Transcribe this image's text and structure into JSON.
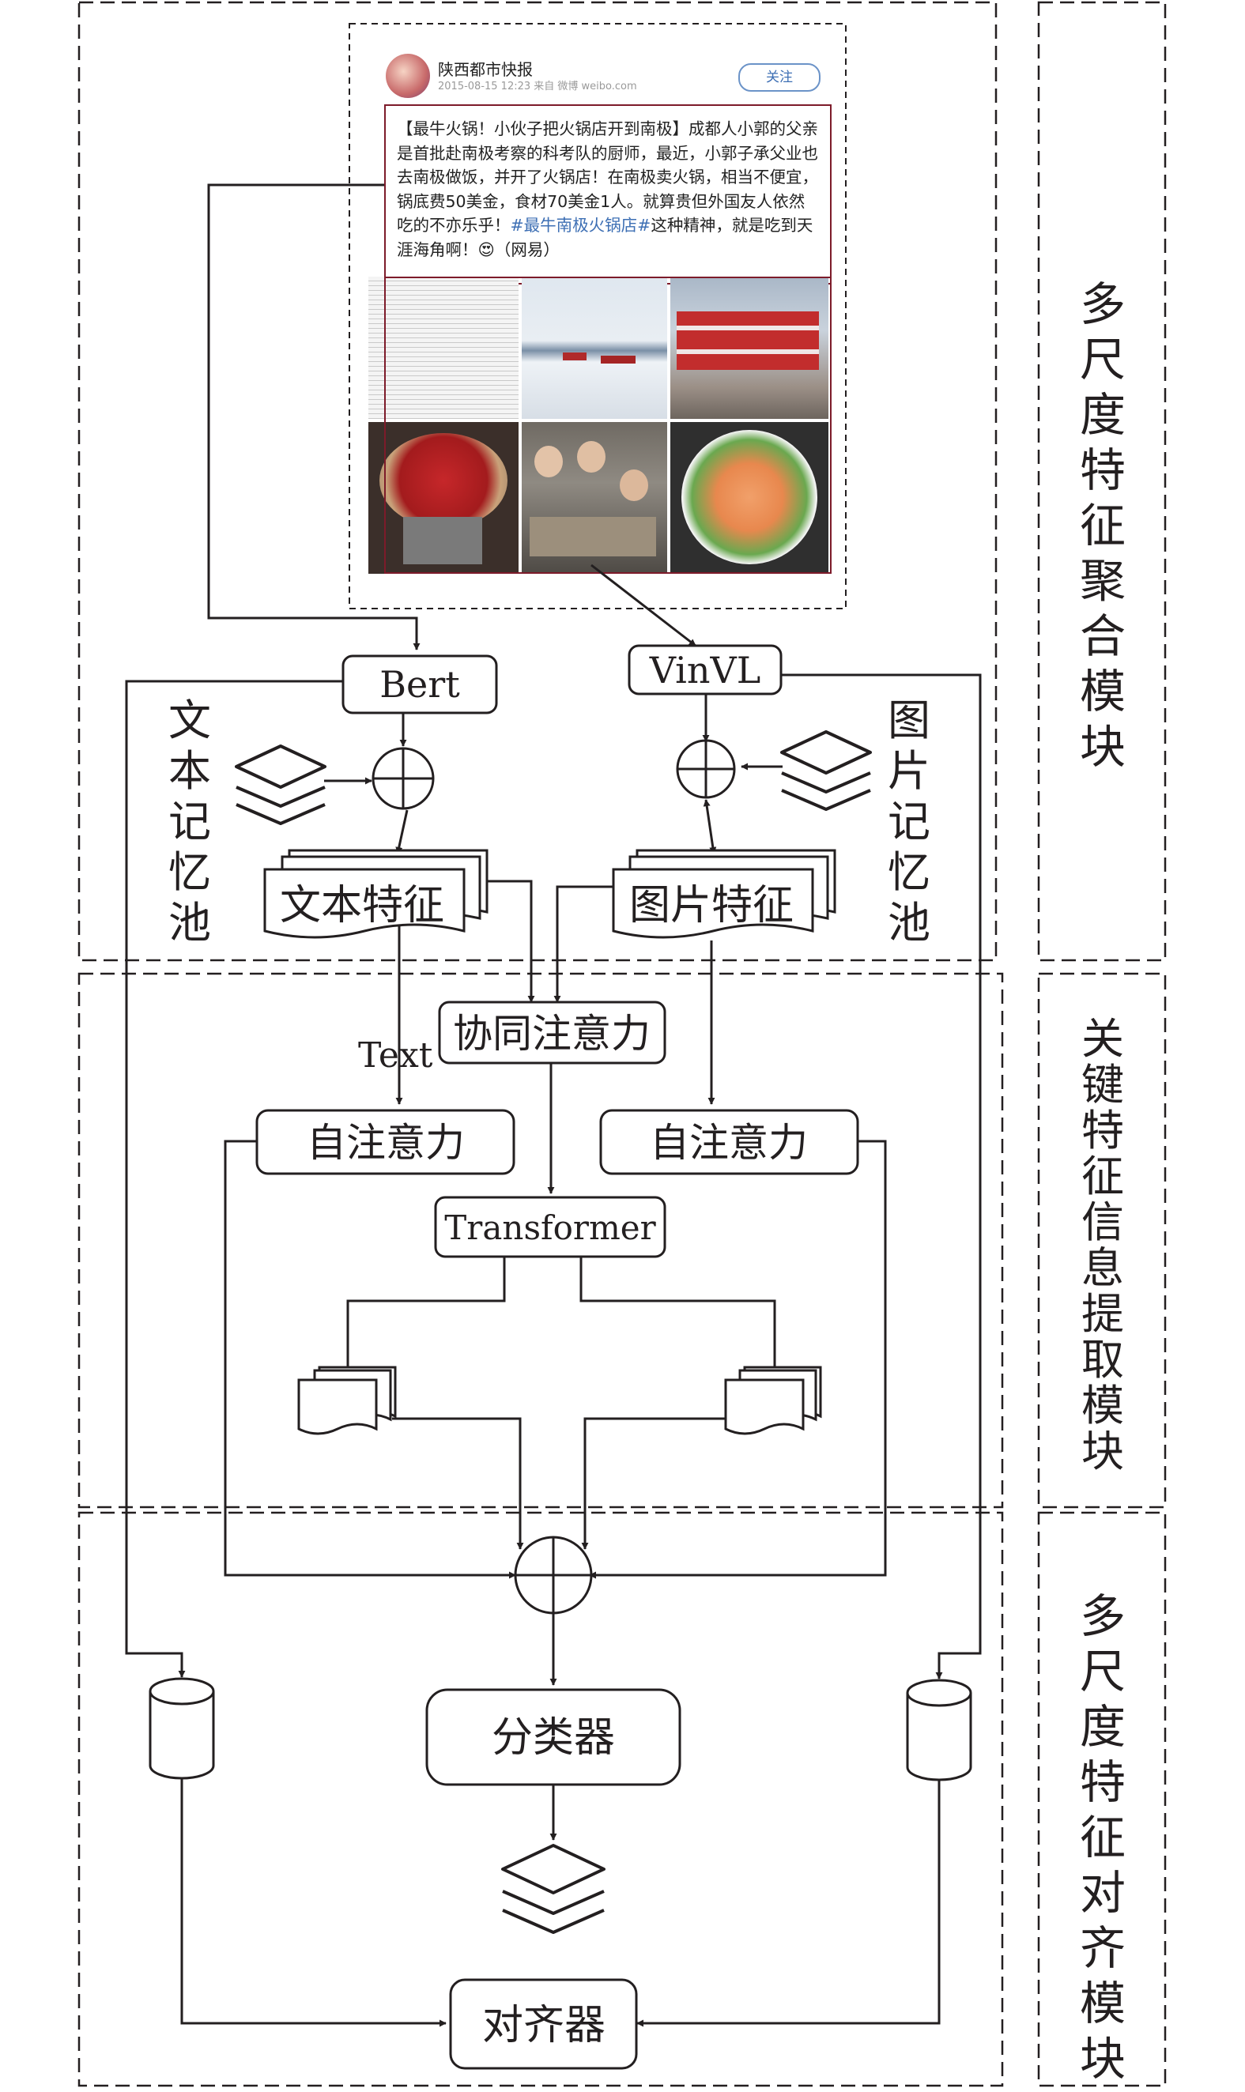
{
  "modules": {
    "aggregation": [
      "多",
      "尺",
      "度",
      "特",
      "征",
      "聚",
      "合",
      "模",
      "块"
    ],
    "extraction": [
      "关",
      "键",
      "特",
      "征",
      "信",
      "息",
      "提",
      "取",
      "模",
      "块"
    ],
    "alignment": [
      "多",
      "尺",
      "度",
      "特",
      "征",
      "对",
      "齐",
      "模",
      "块"
    ]
  },
  "pools": {
    "text": [
      "文",
      "本",
      "记",
      "忆",
      "池"
    ],
    "image": [
      "图",
      "片",
      "记",
      "忆",
      "池"
    ]
  },
  "nodes": {
    "bert": "Bert",
    "vinvl": "VinVL",
    "text_feature": "文本特征",
    "image_feature": "图片特征",
    "text_tag": "Text",
    "co_attention": "协同注意力",
    "self_attention_left": "自注意力",
    "self_attention_right": "自注意力",
    "transformer": "Transformer",
    "classifier": "分类器",
    "aligner": "对齐器"
  },
  "post": {
    "account": "陕西都市快报",
    "meta": "2015-08-15 12:23 来自 微博 weibo.com",
    "follow": "关注",
    "text": "【最牛火锅！小伙子把火锅店开到南极】成都人小郭的父亲是首批赴南极考察的科考队的厨师，最近，小郭子承父业也去南极做饭，并开了火锅店！在南极卖火锅，相当不便宜，锅底费50美金，食材70美金1人。就算贵但外国友人依然吃的不亦乐乎！",
    "hashtag": "#最牛南极火锅店#",
    "text_tail": "这种精神，就是吃到天涯海角啊！😍（网易）"
  }
}
